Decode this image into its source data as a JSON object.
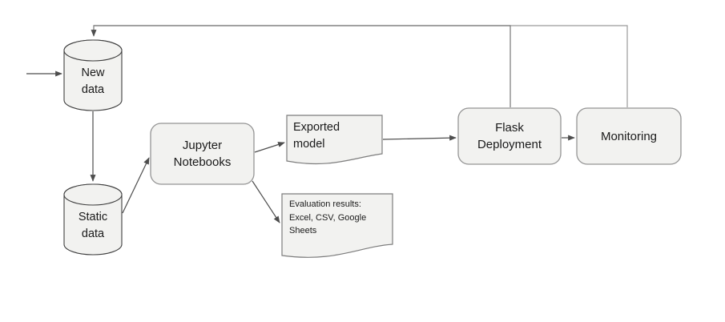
{
  "theme": {
    "canvas_bg": "#ffffff",
    "node_fill": "#f2f2f0",
    "node_stroke": "#949494",
    "cylinder_stroke": "#3f3f3f",
    "doc_stroke": "#7d7d7d",
    "connector": "#4d4d4d",
    "feedback": "#787878",
    "feedback_light": "#9a9a9a",
    "text": "#1a1a1a"
  },
  "nodes": {
    "new_data": {
      "label": "New\ndata",
      "shape": "cylinder"
    },
    "static_data": {
      "label": "Static\ndata",
      "shape": "cylinder"
    },
    "jupyter": {
      "label": "Jupyter\nNotebooks",
      "shape": "rounded-rect"
    },
    "exported_model": {
      "label": "Exported\nmodel",
      "shape": "document"
    },
    "evaluation_results": {
      "label": "Evaluation results:\nExcel, CSV, Google\nSheets",
      "shape": "document"
    },
    "flask": {
      "label": "Flask\nDeployment",
      "shape": "rounded-rect"
    },
    "monitoring": {
      "label": "Monitoring",
      "shape": "rounded-rect"
    }
  },
  "edges": [
    {
      "from": "external-input",
      "to": "new_data"
    },
    {
      "from": "new_data",
      "to": "static_data"
    },
    {
      "from": "static_data",
      "to": "jupyter"
    },
    {
      "from": "jupyter",
      "to": "exported_model"
    },
    {
      "from": "jupyter",
      "to": "evaluation_results"
    },
    {
      "from": "exported_model",
      "to": "flask"
    },
    {
      "from": "flask",
      "to": "monitoring"
    },
    {
      "from": "flask",
      "to": "new_data"
    },
    {
      "from": "monitoring",
      "to": "new_data"
    }
  ]
}
